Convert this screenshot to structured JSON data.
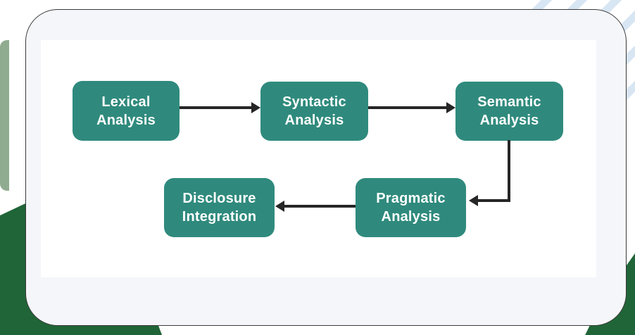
{
  "diagram": {
    "nodes": [
      {
        "id": "lexical-analysis",
        "label": "Lexical\nAnalysis"
      },
      {
        "id": "syntactic-analysis",
        "label": "Syntactic\nAnalysis"
      },
      {
        "id": "semantic-analysis",
        "label": "Semantic\nAnalysis"
      },
      {
        "id": "pragmatic-analysis",
        "label": "Pragmatic\nAnalysis"
      },
      {
        "id": "disclosure-integration",
        "label": "Disclosure\nIntegration"
      }
    ],
    "edges": [
      {
        "from": "lexical-analysis",
        "to": "syntactic-analysis",
        "direction": "right"
      },
      {
        "from": "syntactic-analysis",
        "to": "semantic-analysis",
        "direction": "right"
      },
      {
        "from": "semantic-analysis",
        "to": "pragmatic-analysis",
        "direction": "down-left"
      },
      {
        "from": "pragmatic-analysis",
        "to": "disclosure-integration",
        "direction": "left"
      }
    ],
    "colors": {
      "node_fill": "#2F8A7D",
      "node_text": "#FFFFFF",
      "arrow": "#262626",
      "panel_background": "#FFFFFF",
      "card_background": "#F4F6FA",
      "card_border": "#3A3A3A",
      "accent_sage": "#8FAC90",
      "accent_forest": "#206537",
      "accent_stripe": "#D8E5F3"
    }
  }
}
